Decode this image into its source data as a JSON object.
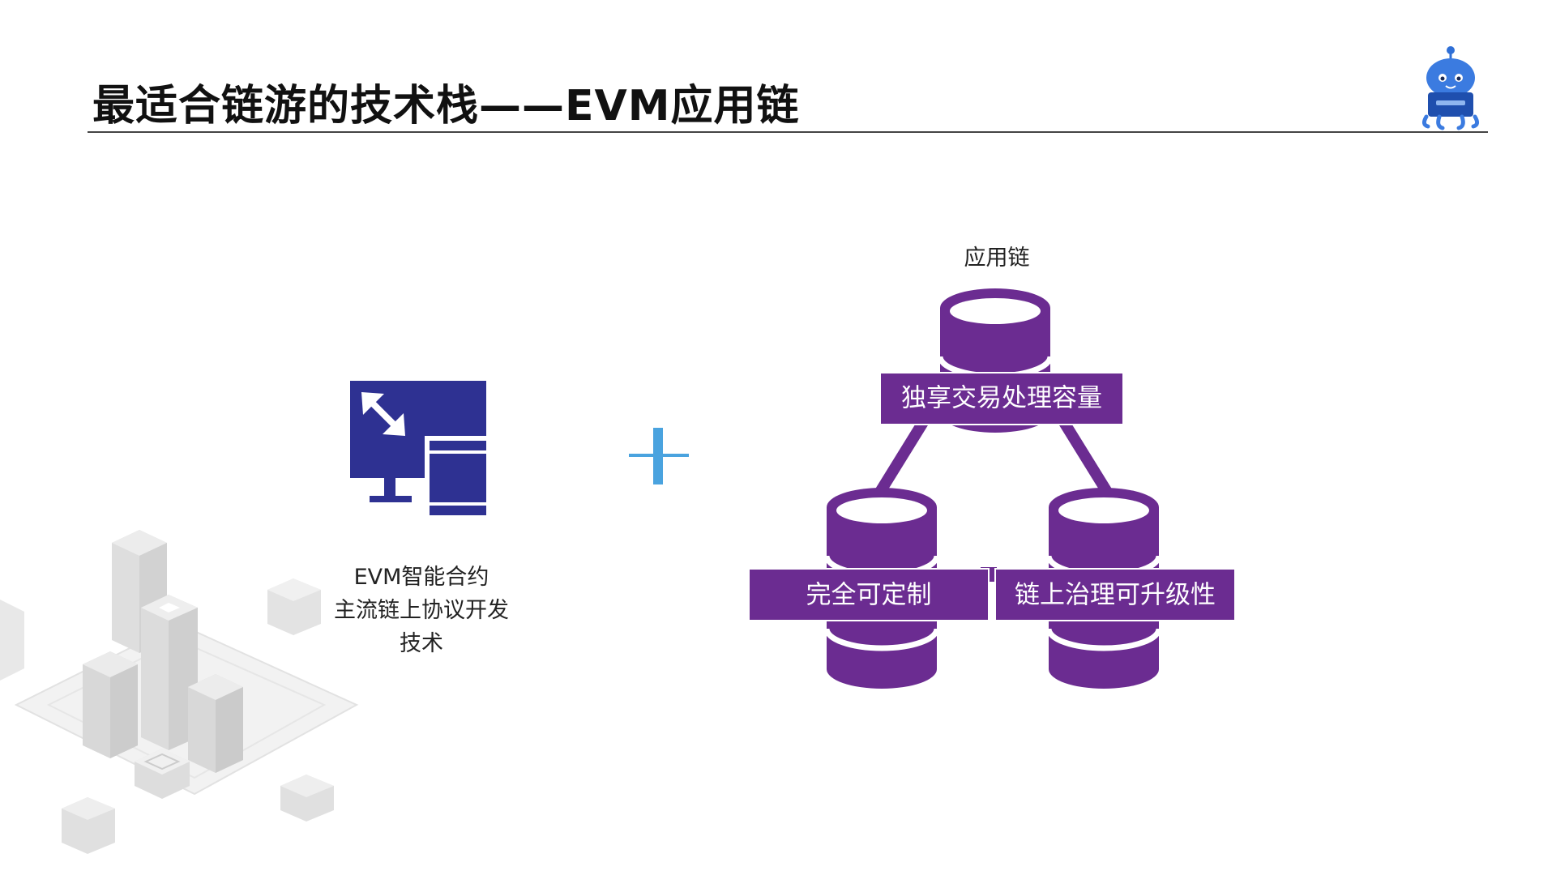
{
  "slide": {
    "title": "最适合链游的技术栈——EVM应用链"
  },
  "left": {
    "label_lines": [
      "EVM智能合约",
      "主流链上协议开发",
      "技术"
    ]
  },
  "right": {
    "chain_label": "应用链",
    "features": {
      "top": "独享交易处理容量",
      "bottom_left": "完全可定制",
      "bottom_right": "链上治理可升级性"
    }
  },
  "icons": {
    "evm": "responsive-devices-icon",
    "plus": "plus-icon",
    "mascot": "robot-mascot-icon",
    "database": "database-icon"
  },
  "colors": {
    "accent_purple": "#6b2c91",
    "icon_blue": "#2e3192",
    "plus_blue": "#4aa3df",
    "text_dark": "#111111"
  }
}
